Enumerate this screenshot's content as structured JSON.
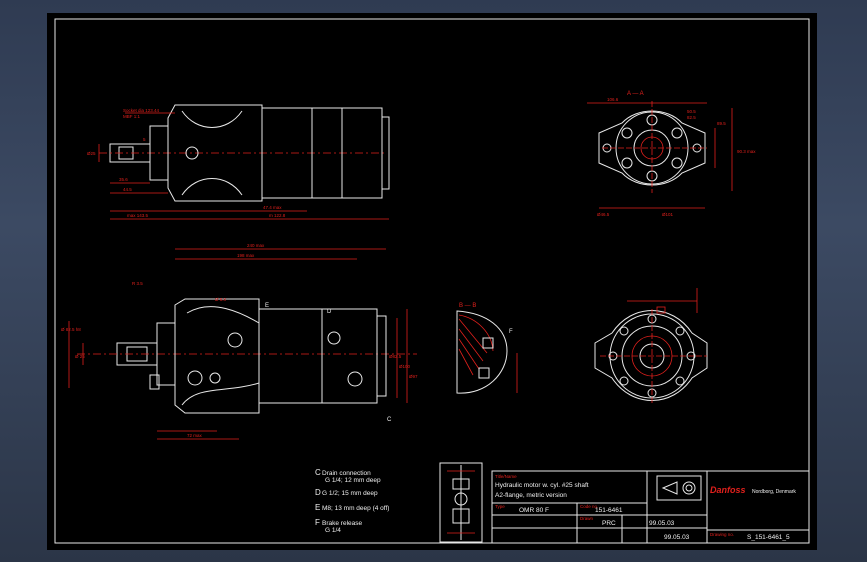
{
  "side_view": {
    "dims_red": [
      "Socket dia 123.44",
      "MBF 1:1",
      "Ø25",
      "5",
      "35.6",
      "44.5",
      "47.4 max",
      "max 143.5",
      "m 122.8"
    ]
  },
  "section_aa": {
    "label": "A — A",
    "dims_red": [
      "Ø46.5",
      "Ø101",
      "90.3 max",
      "106.6",
      "89.5",
      "50.5",
      "82.5"
    ]
  },
  "front_view": {
    "labels": [
      "E",
      "D",
      "C"
    ],
    "dims_red": [
      "240 max",
      "198 max",
      "R 3.5",
      "Ø 8.8",
      "Ø82.5",
      "Ø100",
      "Ø97",
      "72 max",
      "Ø 82.5 h8",
      "Ø 25"
    ]
  },
  "section_bb": {
    "label": "B — B",
    "labels": [
      "F"
    ]
  },
  "notes": [
    {
      "code": "C",
      "line1": "Drain connection",
      "line2": "G 1/4; 12 mm deep"
    },
    {
      "code": "D",
      "line1": "G 1/2; 15 mm deep",
      "line2": ""
    },
    {
      "code": "E",
      "line1": "M8; 13 mm deep (4 off)",
      "line2": ""
    },
    {
      "code": "F",
      "line1": "Brake release",
      "line2": "G 1/4"
    }
  ],
  "title_block": {
    "header_label": "Title/Name",
    "title_line1": "Hydraulic motor w. cyl. #25 shaft",
    "title_line2": "A2-flange, metric version",
    "type_label": "Type",
    "type_value": "OMR 80 F",
    "code_label": "Code no.",
    "code_value": "151-6461",
    "drawn_label": "Drawn",
    "drawn_value": "PRC",
    "drawn_date": "99.05.03",
    "checked_date": "99.05.03",
    "company": "Danfoss",
    "location": "Nordborg, Denmark",
    "drawing_no_label": "Drawing no.",
    "drawing_no": "S_151-6461_5"
  },
  "colors": {
    "background": "#000000",
    "line": "#e8e8e8",
    "dimension": "#e0201c"
  }
}
